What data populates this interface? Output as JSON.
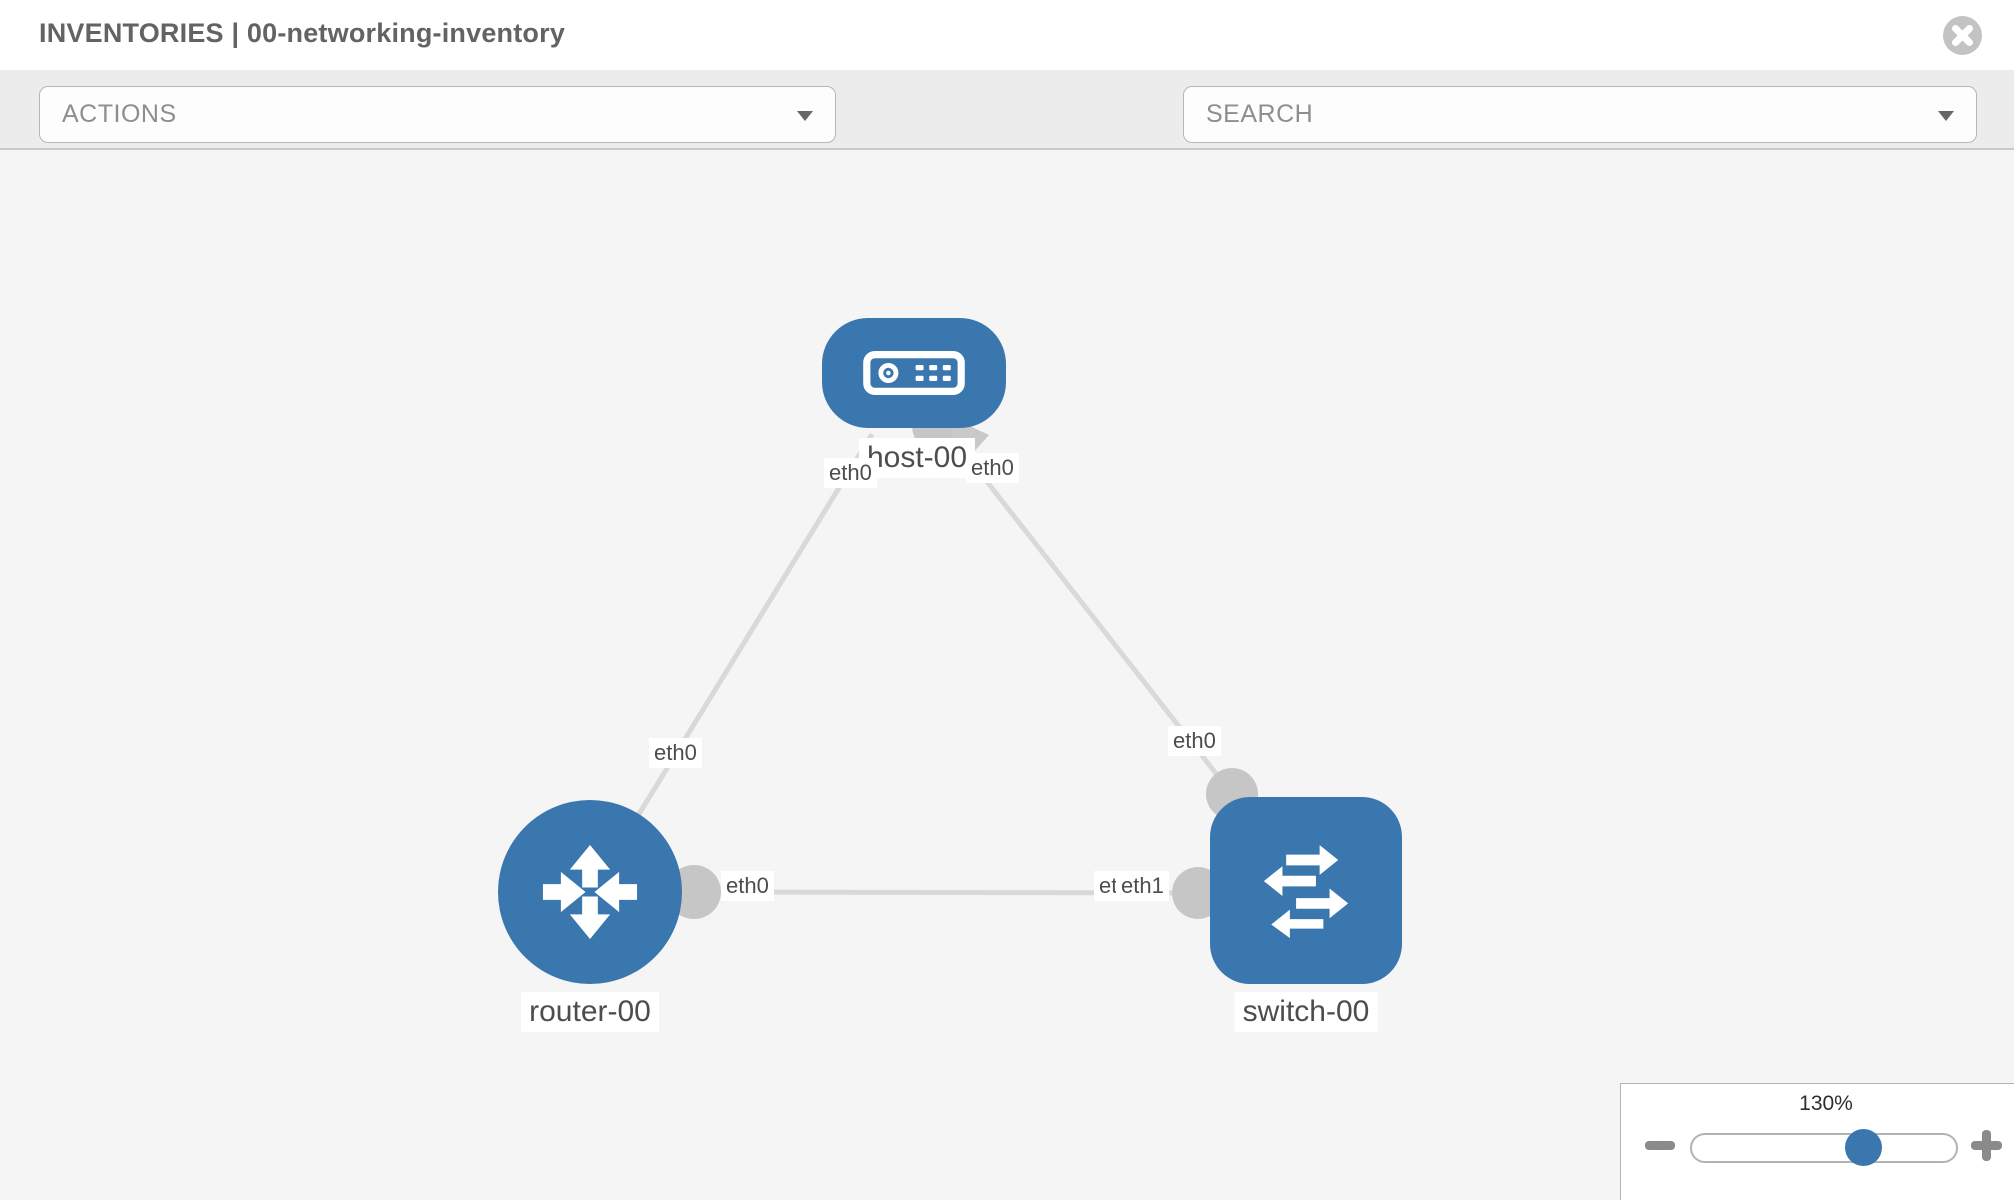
{
  "header": {
    "title": "INVENTORIES | 00-networking-inventory",
    "close_icon": "circle-x"
  },
  "toolbar": {
    "actions_label": "ACTIONS",
    "search_placeholder": "SEARCH",
    "icons": [
      "wrench-icon",
      "key-icon"
    ]
  },
  "topology": {
    "nodes": [
      {
        "id": "host-00",
        "label": "host-00",
        "type": "host",
        "icon": "server-icon"
      },
      {
        "id": "router-00",
        "label": "router-00",
        "type": "router",
        "icon": "router-arrows-icon"
      },
      {
        "id": "switch-00",
        "label": "switch-00",
        "type": "switch",
        "icon": "switch-arrows-icon"
      }
    ],
    "links": [
      {
        "from": "router-00",
        "from_label": "eth0",
        "to": "host-00",
        "to_label": "eth0"
      },
      {
        "from": "host-00",
        "from_label": "eth0",
        "to": "switch-00",
        "to_label": "eth0"
      },
      {
        "from": "router-00",
        "from_label": "eth0",
        "to": "switch-00",
        "to_label": "eth1",
        "to_label_overlapped": "eth0"
      }
    ]
  },
  "zoom_control": {
    "level": "130%",
    "minus_icon": "minus",
    "plus_icon": "plus"
  },
  "colors": {
    "node_blue": "#3a77ae",
    "link_gray": "#d9d9d9",
    "interface_dot_gray": "#c6c6c6",
    "label_text": "#4d4d4d",
    "toolbar_bg": "#ececec",
    "canvas_bg": "#f5f5f6",
    "title_text": "#636363"
  }
}
